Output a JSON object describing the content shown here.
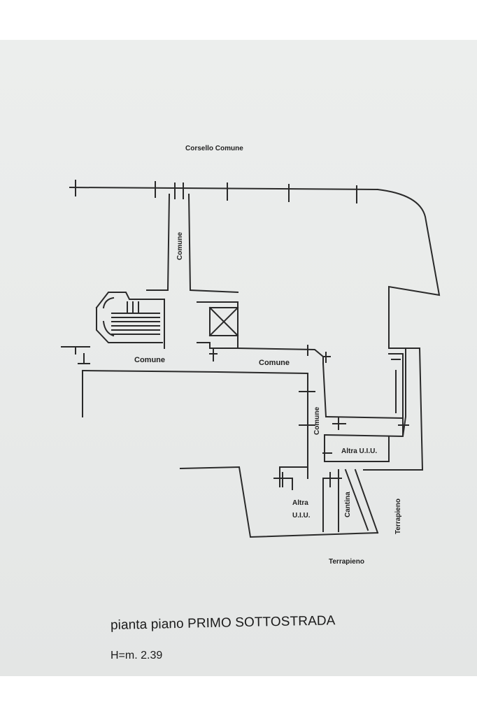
{
  "labels": {
    "corsello": "Corsello Comune",
    "comune_vertical_top": "Comune",
    "comune_left": "Comune",
    "comune_right": "Comune",
    "comune_vertical_mid": "Comune",
    "altra_uiu_right": "Altra U.I.U.",
    "altra_uiu_bottom_line1": "Altra",
    "altra_uiu_bottom_line2": "U.I.U.",
    "cantina": "Cantina",
    "terrapieno_vertical": "Terrapieno",
    "terrapieno_bottom": "Terrapieno"
  },
  "caption": {
    "title": "pianta piano PRIMO SOTTOSTRADA",
    "height": "H=m. 2.39"
  }
}
